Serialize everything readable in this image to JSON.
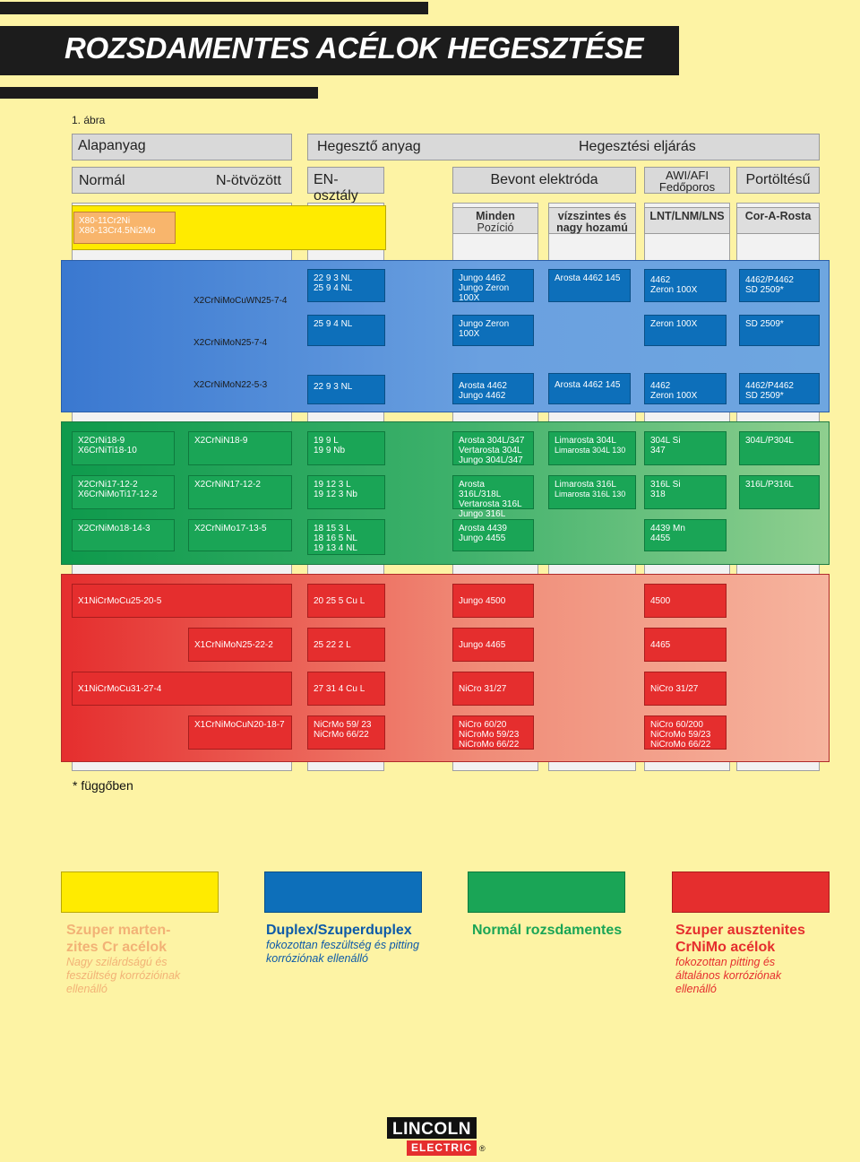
{
  "title": "ROZSDAMENTES ACÉLOK HEGESZTÉSE",
  "figure_label": "1. ábra",
  "headers": {
    "base": "Alapanyag",
    "filler": "Hegesztő anyag",
    "process": "Hegesztési eljárás",
    "normal": "Normál",
    "n_alloy": "N-ötvözött",
    "en_class": "EN-osztály",
    "coated": "Bevont elektróda",
    "tig_1": "AWI/AFI",
    "tig_2": "Fedőporos",
    "cored": "Portöltésű",
    "any_pos_1": "Minden",
    "any_pos_2": "Pozíció",
    "flat_1": "vízszintes és",
    "flat_2": "nagy hozamú",
    "lnt": "LNT/LNM/LNS",
    "cor": "Cor-A-Rosta"
  },
  "yellow_row": {
    "line1": "X80-11Cr2Ni",
    "line2": "X80-13Cr4.5Ni2Mo"
  },
  "blue_rows": [
    {
      "nalloy": "X2CrNiMoCuWN25-7-4",
      "en": [
        "22 9 3 NL",
        "25 9 4 NL"
      ],
      "allpos": [
        "Jungo 4462",
        "Jungo Zeron 100X"
      ],
      "flat": [
        "Arosta 4462 145"
      ],
      "lnt": [
        "4462",
        "Zeron 100X"
      ],
      "cored": [
        "4462/P4462",
        "SD 2509*"
      ]
    },
    {
      "nalloy": "X2CrNiMoN25-7-4",
      "en": [
        "25 9 4 NL"
      ],
      "allpos": [
        "Jungo Zeron 100X"
      ],
      "lnt": [
        "Zeron 100X"
      ],
      "cored": [
        "SD 2509*"
      ]
    },
    {
      "nalloy": "X2CrNiMoN22-5-3",
      "en": [
        "22 9 3 NL"
      ],
      "allpos": [
        "Arosta 4462",
        "Jungo 4462"
      ],
      "flat": [
        "Arosta 4462 145"
      ],
      "lnt": [
        "4462",
        "Zeron 100X"
      ],
      "cored": [
        "4462/P4462",
        "SD 2509*"
      ]
    }
  ],
  "green_rows": [
    {
      "normal": [
        "X2CrNi18-9",
        "X6CrNiTi18-10"
      ],
      "nalloy": "X2CrNiN18-9",
      "en": [
        "19 9 L",
        "19 9 Nb"
      ],
      "allpos": [
        "Arosta 304L/347",
        "Vertarosta 304L",
        "Jungo 304L/347"
      ],
      "flat": [
        "Limarosta 304L",
        "Limarosta 304L 130"
      ],
      "lnt": [
        "304L Si",
        "347"
      ],
      "cored": [
        "304L/P304L"
      ]
    },
    {
      "normal": [
        "X2CrNi17-12-2",
        "X6CrNiMoTi17-12-2"
      ],
      "nalloy": "X2CrNiN17-12-2",
      "en": [
        "19 12 3 L",
        "19 12 3 Nb"
      ],
      "allpos": [
        "Arosta 316L/318L",
        "Vertarosta 316L",
        "Jungo 316L"
      ],
      "flat": [
        "Limarosta 316L",
        "Limarosta 316L 130"
      ],
      "lnt": [
        "316L Si",
        "318"
      ],
      "cored": [
        "316L/P316L"
      ]
    },
    {
      "normal": [
        "X2CrNiMo18-14-3"
      ],
      "nalloy": "X2CrNiMo17-13-5",
      "en": [
        "18 15 3 L",
        "18 16 5 NL",
        "19 13 4 NL"
      ],
      "allpos": [
        "Arosta 4439",
        "Jungo 4455"
      ],
      "lnt": [
        "4439 Mn",
        "4455"
      ]
    }
  ],
  "red_rows": [
    {
      "normal": "X1NiCrMoCu25-20-5",
      "en": [
        "20 25 5 Cu L"
      ],
      "allpos": [
        "Jungo 4500"
      ],
      "lnt": [
        "4500"
      ]
    },
    {
      "nalloy": "X1CrNiMoN25-22-2",
      "en": [
        "25 22 2 L"
      ],
      "allpos": [
        "Jungo 4465"
      ],
      "lnt": [
        "4465"
      ]
    },
    {
      "normal": "X1NiCrMoCu31-27-4",
      "en": [
        "27 31 4 Cu L"
      ],
      "allpos": [
        "NiCro 31/27"
      ],
      "lnt": [
        "NiCro 31/27"
      ]
    },
    {
      "nalloy": "X1CrNiMoCuN20-18-7",
      "en": [
        "NiCrMo 59/ 23",
        "NiCrMo 66/22"
      ],
      "allpos": [
        "NiCro 60/20",
        "NiCroMo 59/23",
        "NiCroMo 66/22"
      ],
      "lnt": [
        "NiCro 60/200",
        "NiCroMo 59/23",
        "NiCroMo 66/22"
      ]
    }
  ],
  "footnote": "* függőben",
  "legend": [
    {
      "color": "#ffeb00",
      "title": "Szuper marten-\nzites Cr acélok",
      "sub": "Nagy szilárdságú és\nfeszültség korrózióinak\nellenálló",
      "text_color": "#f2b276"
    },
    {
      "color": "#0d6fba",
      "title": "Duplex/Szuperduplex",
      "sub": "fokozottan feszültség és pitting\nkorróziónak ellenálló",
      "text_color": "#0d5aa8"
    },
    {
      "color": "#1aa556",
      "title": "Normál rozsdamentes",
      "sub": "",
      "text_color": "#1aa556"
    },
    {
      "color": "#e52e2e",
      "title": "Szuper ausztenites\nCrNiMo acélok",
      "sub": "fokozottan pitting és\náltalános korróziónak\nellenálló",
      "text_color": "#e52e2e"
    }
  ],
  "logo": {
    "top": "LINCOLN",
    "bottom": "ELECTRIC",
    "reg": "®"
  }
}
